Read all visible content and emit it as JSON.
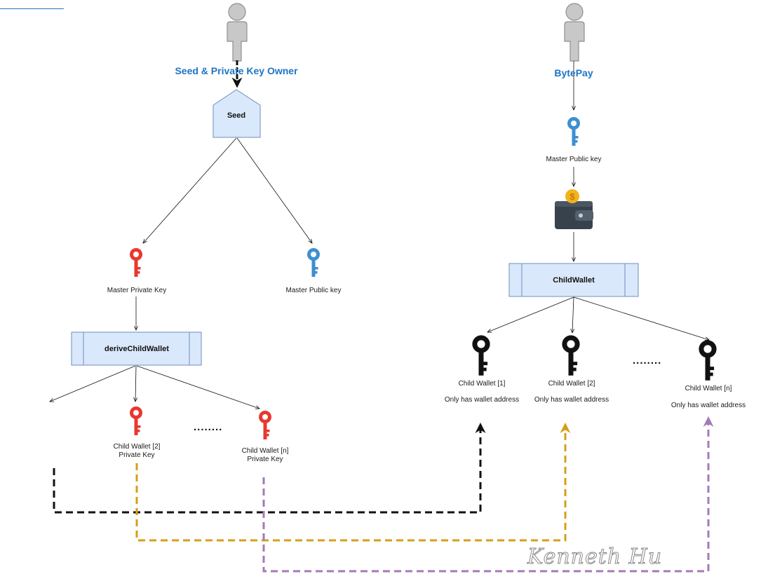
{
  "actors": {
    "owner": {
      "label": "Seed & Private Key Owner"
    },
    "bytepay": {
      "label": "BytePay"
    }
  },
  "left": {
    "seed": "Seed",
    "master_private_key": "Master Private Key",
    "master_public_key": "Master Public key",
    "process": "deriveChildWallet",
    "child2": {
      "line1": "Child Wallet [2]",
      "line2": "Private Key"
    },
    "childn": {
      "line1": "Child Wallet [n]",
      "line2": "Private Key"
    },
    "ellipsis": "........"
  },
  "right": {
    "master_public_key": "Master Public key",
    "process": "ChildWallet",
    "child1": {
      "name": "Child Wallet [1]",
      "note": "Only has wallet address"
    },
    "child2": {
      "name": "Child Wallet [2]",
      "note": "Only has wallet address"
    },
    "childn": {
      "name": "Child Wallet [n]",
      "note": "Only has wallet address"
    },
    "ellipsis": "........"
  },
  "signature": "Kenneth Hu",
  "colors": {
    "actor": "#c8c8c8",
    "title": "#1f74c4",
    "box_fill": "#dae8fc",
    "box_stroke": "#6c8ebf",
    "private_key": "#e8382f",
    "public_key": "#3d8fd1",
    "child_key": "#111111",
    "link_black": "#111111",
    "link_gold": "#d4a017",
    "link_purple": "#a47ab8"
  },
  "icons": {
    "actor": "person-icon",
    "private_key": "red-key-icon",
    "public_key": "blue-key-icon",
    "child_key": "black-key-icon",
    "wallet": "wallet-icon"
  }
}
